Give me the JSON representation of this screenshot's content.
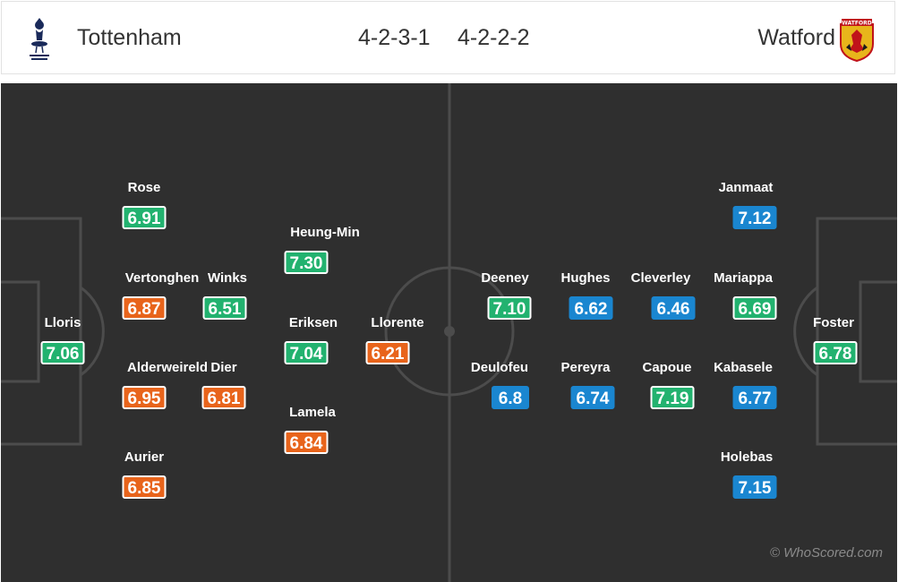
{
  "header": {
    "home_team": "Tottenham",
    "away_team": "Watford",
    "home_formation": "4-2-3-1",
    "away_formation": "4-2-2-2",
    "home_crest_icon": "tottenham-crest-icon",
    "away_crest_icon": "watford-crest-icon",
    "away_crest_text": "WATFORD"
  },
  "colors": {
    "green": "#22b26f",
    "orange": "#e8641b",
    "blue": "#1a86d0",
    "pitch": "#2f2f2f"
  },
  "players": [
    {
      "name": "Lloris",
      "rating": "7.06",
      "color": "green"
    },
    {
      "name": "Rose",
      "rating": "6.91",
      "color": "green"
    },
    {
      "name": "Vertonghen",
      "rating": "6.87",
      "color": "orange"
    },
    {
      "name": "Alderweireld",
      "rating": "6.95",
      "color": "orange"
    },
    {
      "name": "Aurier",
      "rating": "6.85",
      "color": "orange"
    },
    {
      "name": "Winks",
      "rating": "6.51",
      "color": "green"
    },
    {
      "name": "Dier",
      "rating": "6.81",
      "color": "orange"
    },
    {
      "name": "Heung-Min",
      "rating": "7.30",
      "color": "green"
    },
    {
      "name": "Eriksen",
      "rating": "7.04",
      "color": "green"
    },
    {
      "name": "Lamela",
      "rating": "6.84",
      "color": "orange"
    },
    {
      "name": "Llorente",
      "rating": "6.21",
      "color": "orange"
    },
    {
      "name": "Deeney",
      "rating": "7.10",
      "color": "green"
    },
    {
      "name": "Deulofeu",
      "rating": "6.8",
      "color": "blue"
    },
    {
      "name": "Hughes",
      "rating": "6.62",
      "color": "blue"
    },
    {
      "name": "Pereyra",
      "rating": "6.74",
      "color": "blue"
    },
    {
      "name": "Cleverley",
      "rating": "6.46",
      "color": "blue"
    },
    {
      "name": "Capoue",
      "rating": "7.19",
      "color": "green"
    },
    {
      "name": "Janmaat",
      "rating": "7.12",
      "color": "blue"
    },
    {
      "name": "Mariappa",
      "rating": "6.69",
      "color": "green"
    },
    {
      "name": "Kabasele",
      "rating": "6.77",
      "color": "blue"
    },
    {
      "name": "Holebas",
      "rating": "7.15",
      "color": "blue"
    },
    {
      "name": "Foster",
      "rating": "6.78",
      "color": "green"
    }
  ],
  "watermark": "© WhoScored.com"
}
